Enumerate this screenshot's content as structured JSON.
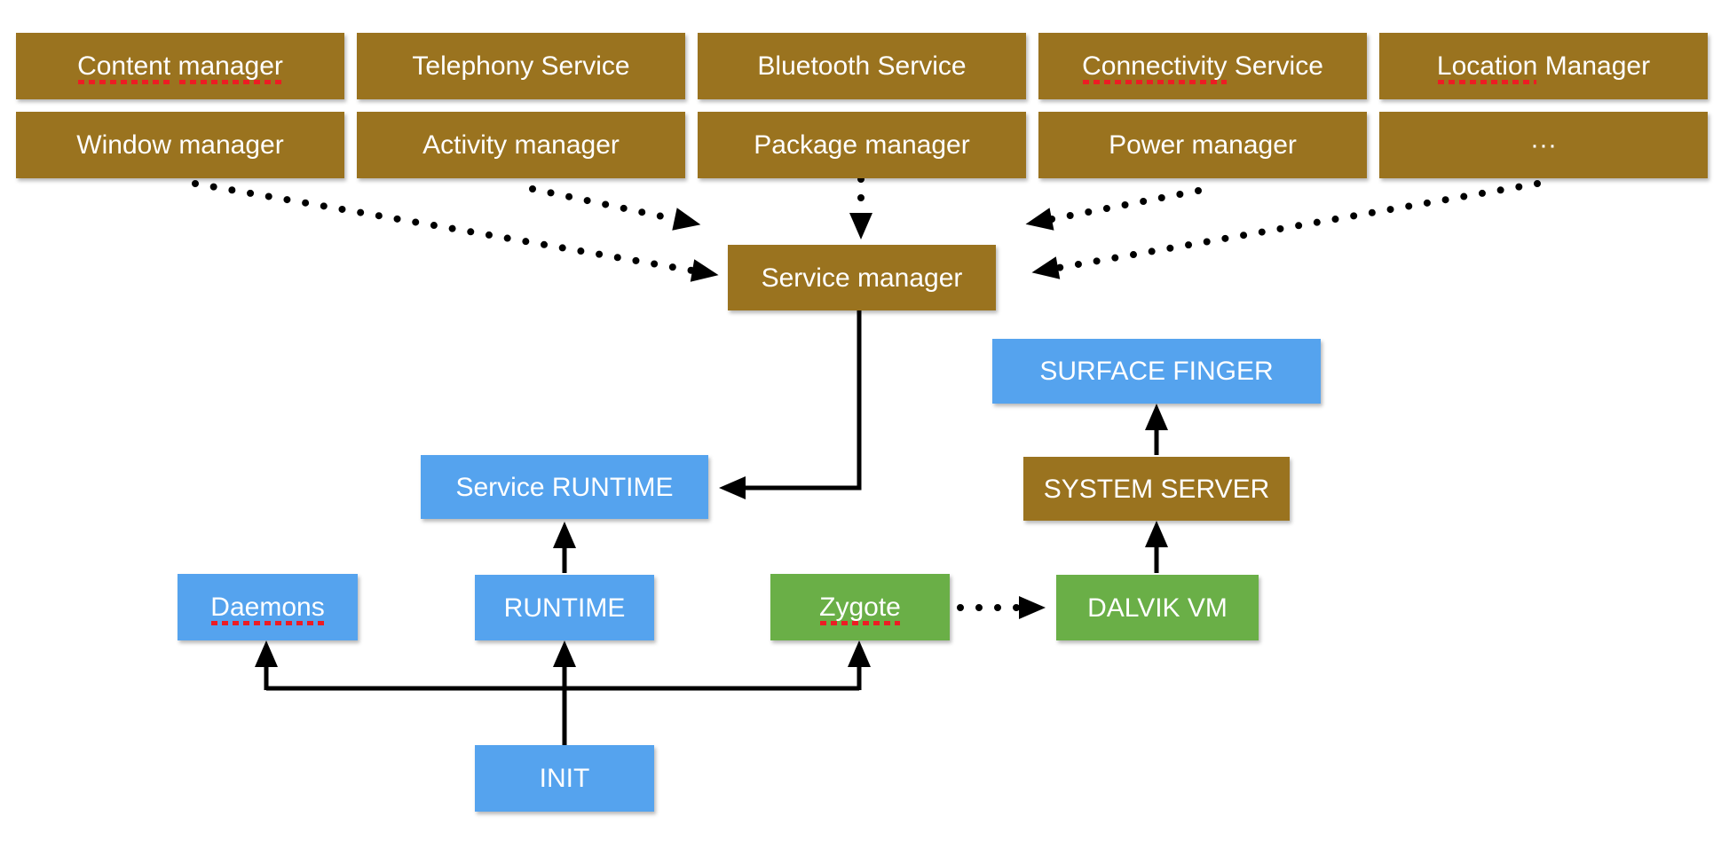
{
  "diagram": {
    "nodes": {
      "content_manager": {
        "word1": "Content",
        "word2": "manager"
      },
      "telephony_service": {
        "label": "Telephony Service"
      },
      "bluetooth_service": {
        "label": "Bluetooth Service"
      },
      "connectivity_service": {
        "word1": "Connectivity",
        "word2": "Service"
      },
      "location_manager": {
        "word1": "Location",
        "word2": "Manager"
      },
      "window_manager": {
        "label": "Window manager"
      },
      "activity_manager": {
        "label": "Activity manager"
      },
      "package_manager": {
        "label": "Package manager"
      },
      "power_manager": {
        "label": "Power manager"
      },
      "more_managers": {
        "label": "···"
      },
      "service_manager": {
        "label": "Service manager"
      },
      "surface_finger": {
        "label": "SURFACE FINGER"
      },
      "system_server": {
        "label": "SYSTEM SERVER"
      },
      "service_runtime": {
        "label": "Service RUNTIME"
      },
      "daemons": {
        "label": "Daemons"
      },
      "runtime": {
        "label": "RUNTIME"
      },
      "zygote": {
        "label": "Zygote"
      },
      "dalvik_vm": {
        "label": "DALVIK VM"
      },
      "init": {
        "label": "INIT"
      }
    },
    "edges": [
      {
        "from": "window_manager",
        "to": "service_manager",
        "style": "dotted"
      },
      {
        "from": "activity_manager",
        "to": "service_manager",
        "style": "dotted"
      },
      {
        "from": "package_manager",
        "to": "service_manager",
        "style": "dotted"
      },
      {
        "from": "power_manager",
        "to": "service_manager",
        "style": "dotted"
      },
      {
        "from": "more_managers",
        "to": "service_manager",
        "style": "dotted"
      },
      {
        "from": "service_manager",
        "to": "service_runtime",
        "style": "solid"
      },
      {
        "from": "runtime",
        "to": "service_runtime",
        "style": "solid"
      },
      {
        "from": "init",
        "to": "runtime",
        "style": "solid"
      },
      {
        "from": "init",
        "to": "daemons",
        "style": "solid"
      },
      {
        "from": "init",
        "to": "zygote",
        "style": "solid"
      },
      {
        "from": "zygote",
        "to": "dalvik_vm",
        "style": "dotted"
      },
      {
        "from": "dalvik_vm",
        "to": "system_server",
        "style": "solid"
      },
      {
        "from": "system_server",
        "to": "surface_finger",
        "style": "solid"
      }
    ],
    "colors": {
      "gold": "#9A731F",
      "blue": "#55A3EE",
      "green": "#6AAF47",
      "arrow": "#000000",
      "spellcheck": "#ED1C24",
      "text": "#FFFFFF",
      "background": "#FFFFFF"
    }
  }
}
